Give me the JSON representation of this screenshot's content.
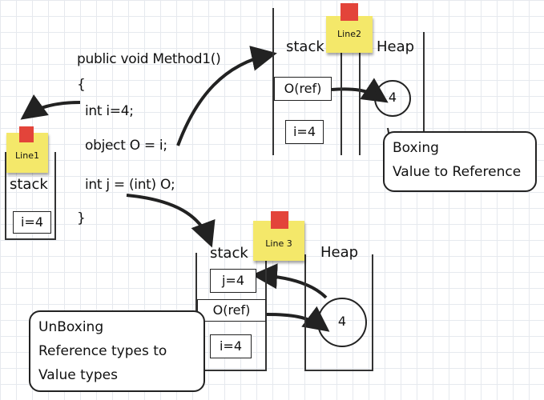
{
  "code": {
    "signature": "public void Method1()",
    "open_brace": "{",
    "line1": "int i=4;",
    "line2": "object O = i;",
    "line3": "int j = (int) O;",
    "close_brace": "}"
  },
  "line1_panel": {
    "note": "Line1",
    "stack_label": "stack",
    "cell": "i=4"
  },
  "line2_panel": {
    "note": "Line2",
    "stack_label": "stack",
    "heap_label": "Heap",
    "ref_cell": "O(ref)",
    "value_cell": "i=4",
    "heap_value": "4",
    "callout_title": "Boxing",
    "callout_text": "Value to Reference"
  },
  "line3_panel": {
    "note": "Line 3",
    "stack_label": "stack",
    "heap_label": "Heap",
    "j_cell": "j=4",
    "ref_cell": "O(ref)",
    "i_cell": "i=4",
    "heap_value": "4",
    "callout_title": "UnBoxing",
    "callout_line2": "Reference types to",
    "callout_line3": "Value types"
  },
  "colors": {
    "note": "#f4e86a",
    "tape": "#e3443a",
    "ink": "#222222"
  }
}
